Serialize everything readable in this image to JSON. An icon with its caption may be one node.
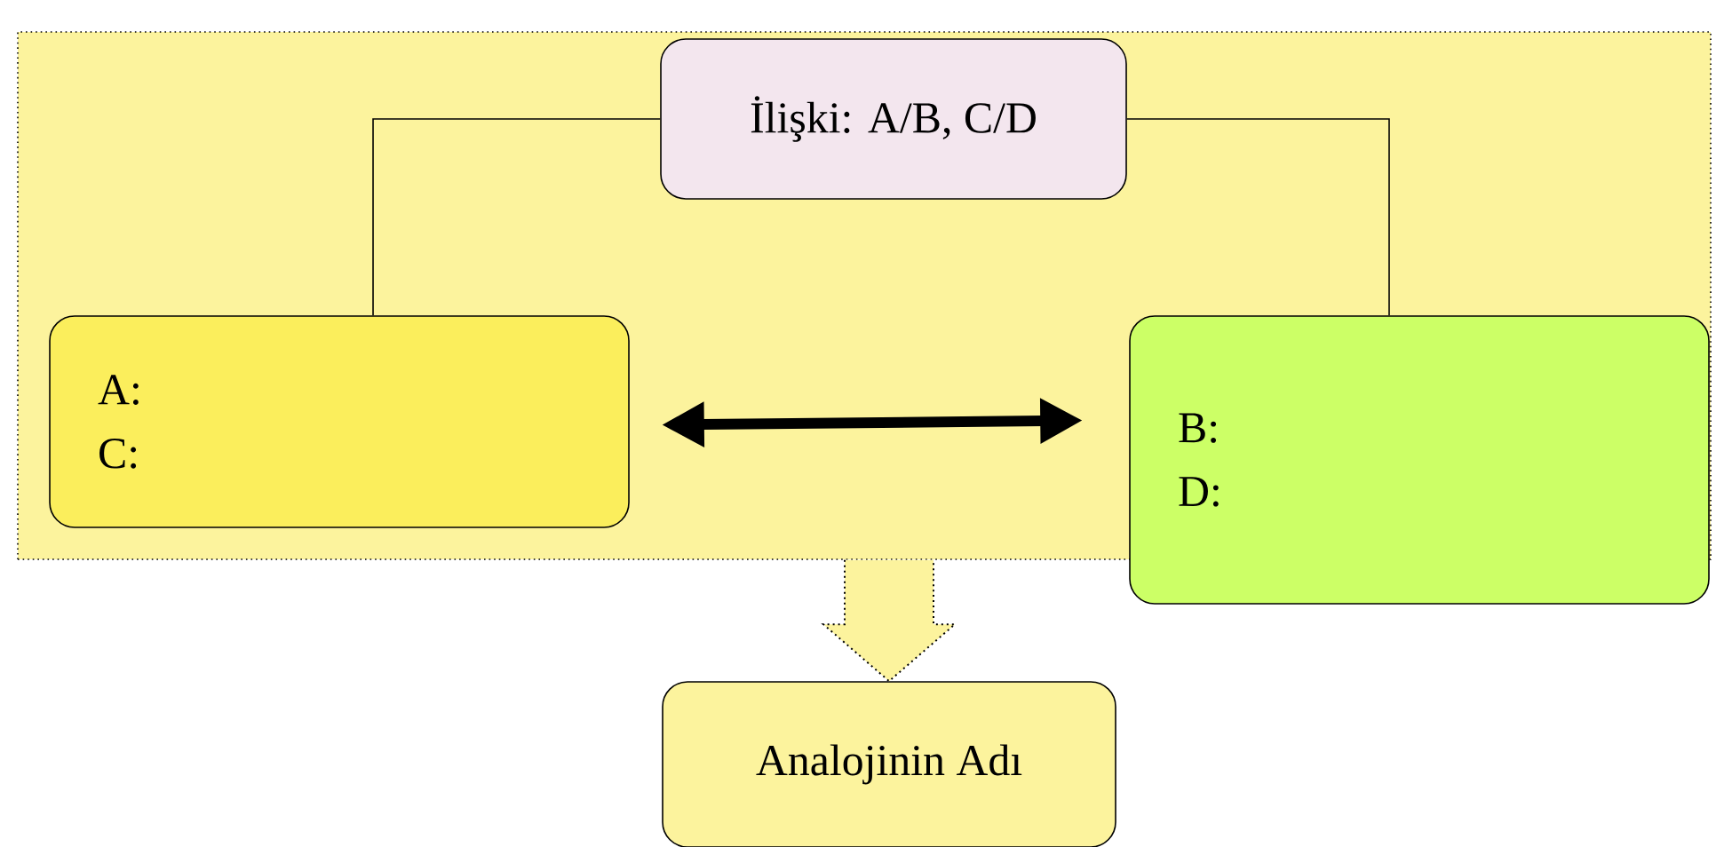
{
  "diagram": {
    "nodes": [
      {
        "text": [],
        "shape": "box"
      },
      {
        "text": [
          "İlişki: A/B, C/D"
        ],
        "in": 0
      },
      {
        "text": [
          "A:",
          "C:"
        ],
        "in": 0
      },
      {
        "text": [
          "B:",
          "D:"
        ]
      },
      {
        "text": [
          "Analojinin Adı"
        ]
      }
    ],
    "edges": [
      {
        "from": 2,
        "to": 1,
        "arrow": "none"
      },
      {
        "from": 1,
        "to": 3,
        "arrow": "none"
      },
      {
        "from": 2,
        "to": 3,
        "arrow": "both",
        "style": "thick"
      },
      {
        "from": 0,
        "to": 4,
        "arrow": "to",
        "style": "thick"
      }
    ]
  }
}
